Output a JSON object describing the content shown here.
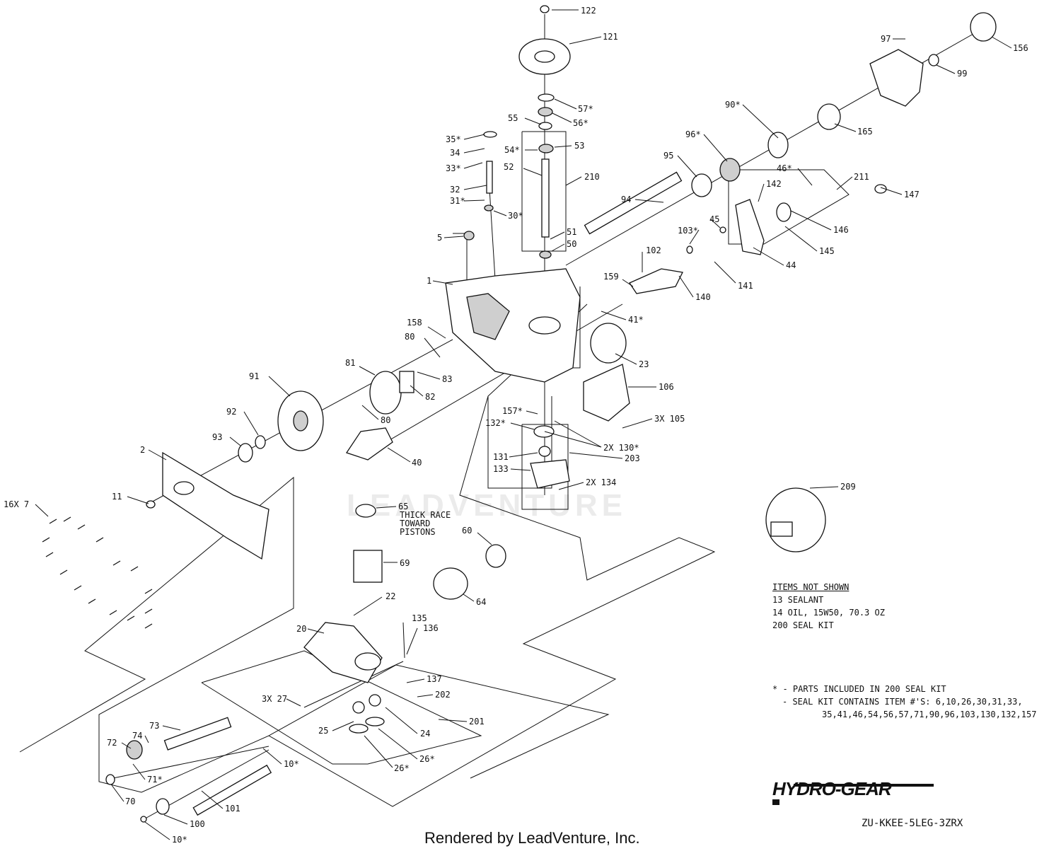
{
  "watermark": "LEADVENTURE",
  "credit": "Rendered by LeadVenture, Inc.",
  "brand": "HYDRO-GEAR",
  "model_code": "ZU-KKEE-5LEG-3ZRX",
  "notes": {
    "title": "ITEMS NOT SHOWN",
    "lines": [
      "13 SEALANT",
      "14 OIL, 15W50, 70.3 OZ",
      "200 SEAL KIT"
    ]
  },
  "legend": {
    "line1": "* - PARTS INCLUDED IN 200 SEAL KIT",
    "line2": "- SEAL KIT CONTAINS ITEM #'S: 6,10,26,30,31,33,",
    "line3": "35,41,46,54,56,57,71,90,96,103,130,132,157"
  },
  "callouts": [
    {
      "id": "p122",
      "label": "122"
    },
    {
      "id": "p121",
      "label": "121"
    },
    {
      "id": "p57",
      "label": "57*"
    },
    {
      "id": "p56",
      "label": "56*"
    },
    {
      "id": "p55",
      "label": "55"
    },
    {
      "id": "p54",
      "label": "54*"
    },
    {
      "id": "p53",
      "label": "53"
    },
    {
      "id": "p52",
      "label": "52"
    },
    {
      "id": "p210",
      "label": "210"
    },
    {
      "id": "p51",
      "label": "51"
    },
    {
      "id": "p50",
      "label": "50"
    },
    {
      "id": "p35",
      "label": "35*"
    },
    {
      "id": "p34",
      "label": "34"
    },
    {
      "id": "p33",
      "label": "33*"
    },
    {
      "id": "p32",
      "label": "32"
    },
    {
      "id": "p31",
      "label": "31*"
    },
    {
      "id": "p30",
      "label": "30*"
    },
    {
      "id": "p5",
      "label": "5"
    },
    {
      "id": "p1",
      "label": "1"
    },
    {
      "id": "p97",
      "label": "97"
    },
    {
      "id": "p156",
      "label": "156"
    },
    {
      "id": "p99",
      "label": "99"
    },
    {
      "id": "p90",
      "label": "90*"
    },
    {
      "id": "p165",
      "label": "165"
    },
    {
      "id": "p96",
      "label": "96*"
    },
    {
      "id": "p95",
      "label": "95"
    },
    {
      "id": "p94",
      "label": "94"
    },
    {
      "id": "p142",
      "label": "142"
    },
    {
      "id": "p46",
      "label": "46*"
    },
    {
      "id": "p211",
      "label": "211"
    },
    {
      "id": "p147",
      "label": "147"
    },
    {
      "id": "p45",
      "label": "45"
    },
    {
      "id": "p103",
      "label": "103*"
    },
    {
      "id": "p146",
      "label": "146"
    },
    {
      "id": "p145",
      "label": "145"
    },
    {
      "id": "p102",
      "label": "102"
    },
    {
      "id": "p44",
      "label": "44"
    },
    {
      "id": "p159",
      "label": "159"
    },
    {
      "id": "p140",
      "label": "140"
    },
    {
      "id": "p141",
      "label": "141"
    },
    {
      "id": "p41",
      "label": "41*"
    },
    {
      "id": "p23",
      "label": "23"
    },
    {
      "id": "p158",
      "label": "158"
    },
    {
      "id": "p80a",
      "label": "80"
    },
    {
      "id": "p81",
      "label": "81"
    },
    {
      "id": "p83",
      "label": "83"
    },
    {
      "id": "p82",
      "label": "82"
    },
    {
      "id": "p91",
      "label": "91"
    },
    {
      "id": "p80b",
      "label": "80"
    },
    {
      "id": "p92",
      "label": "92"
    },
    {
      "id": "p93",
      "label": "93"
    },
    {
      "id": "p2",
      "label": "2"
    },
    {
      "id": "p11",
      "label": "11"
    },
    {
      "id": "p7",
      "label": "16X 7"
    },
    {
      "id": "p106",
      "label": "106"
    },
    {
      "id": "p157",
      "label": "157*"
    },
    {
      "id": "p105",
      "label": "3X 105"
    },
    {
      "id": "p132",
      "label": "132*"
    },
    {
      "id": "p130",
      "label": "2X 130*"
    },
    {
      "id": "p131",
      "label": "131"
    },
    {
      "id": "p203",
      "label": "203"
    },
    {
      "id": "p133",
      "label": "133"
    },
    {
      "id": "p134",
      "label": "2X 134"
    },
    {
      "id": "p40",
      "label": "40"
    },
    {
      "id": "p65",
      "label": "65"
    },
    {
      "id": "p60",
      "label": "60"
    },
    {
      "id": "p69",
      "label": "69"
    },
    {
      "id": "p64",
      "label": "64"
    },
    {
      "id": "p22",
      "label": "22"
    },
    {
      "id": "p20",
      "label": "20"
    },
    {
      "id": "p135",
      "label": "135"
    },
    {
      "id": "p136",
      "label": "136"
    },
    {
      "id": "p137",
      "label": "137"
    },
    {
      "id": "p202",
      "label": "202"
    },
    {
      "id": "p27",
      "label": "3X 27"
    },
    {
      "id": "p25",
      "label": "25"
    },
    {
      "id": "p24",
      "label": "24"
    },
    {
      "id": "p201",
      "label": "201"
    },
    {
      "id": "p26a",
      "label": "26*"
    },
    {
      "id": "p26b",
      "label": "26*"
    },
    {
      "id": "p73",
      "label": "73"
    },
    {
      "id": "p74",
      "label": "74"
    },
    {
      "id": "p72",
      "label": "72"
    },
    {
      "id": "p71",
      "label": "71*"
    },
    {
      "id": "p10a",
      "label": "10*"
    },
    {
      "id": "p70",
      "label": "70"
    },
    {
      "id": "p101",
      "label": "101"
    },
    {
      "id": "p100",
      "label": "100"
    },
    {
      "id": "p10b",
      "label": "10*"
    },
    {
      "id": "p209",
      "label": "209"
    }
  ],
  "annotation_65": [
    "THICK RACE",
    "TOWARD",
    "PISTONS"
  ]
}
